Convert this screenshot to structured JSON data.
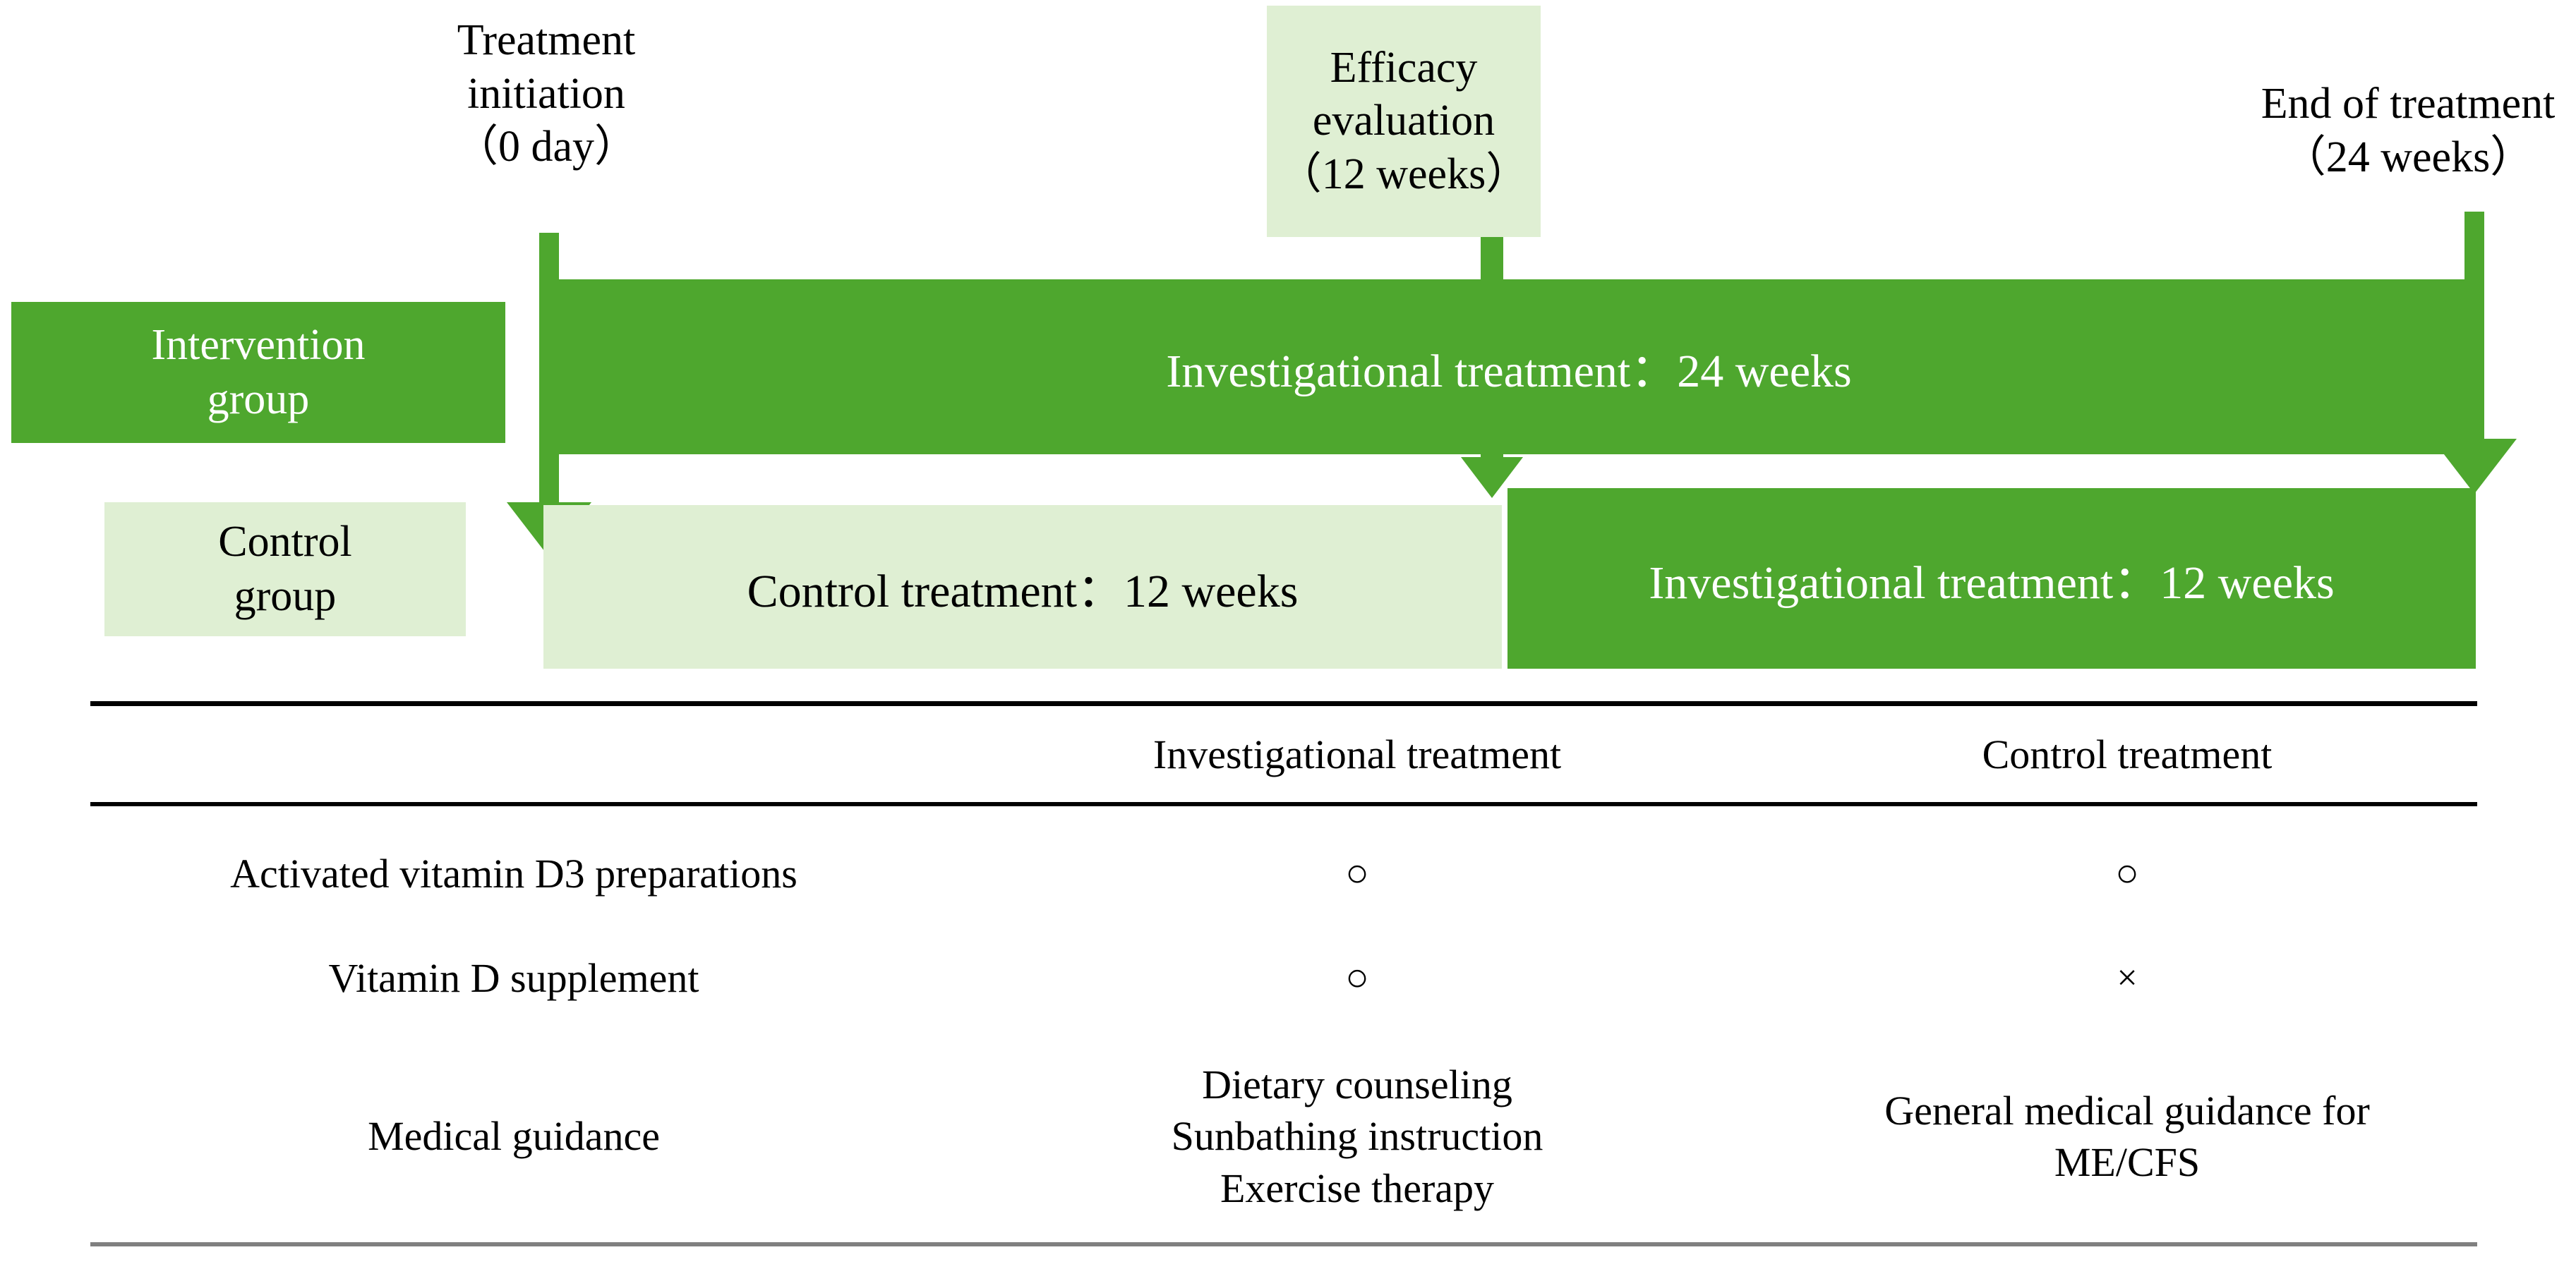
{
  "colors": {
    "dark_green": "#4EA72E",
    "light_green": "#DFEFD3",
    "white": "#FFFFFF",
    "rule_black": "#000000",
    "rule_gray": "#808080"
  },
  "timeline": {
    "callouts": [
      {
        "id": "treatment-initiation",
        "text": "Treatment\ninitiation\n（0 day）"
      },
      {
        "id": "efficacy-evaluation",
        "text": "Efficacy\nevaluation\n（12 weeks）"
      },
      {
        "id": "end-of-treatment",
        "text": "End of treatment\n（24 weeks）"
      }
    ],
    "groups": [
      {
        "id": "intervention-group",
        "label": "Intervention\ngroup"
      },
      {
        "id": "control-group",
        "label": "Control\ngroup"
      }
    ],
    "bars": [
      {
        "id": "intervention-bar",
        "label": "Investigational treatment：24 weeks",
        "weeks": 24,
        "style": "dark"
      },
      {
        "id": "control-bar-phase1",
        "label": "Control treatment：12 weeks",
        "weeks": 12,
        "style": "light"
      },
      {
        "id": "control-bar-phase2",
        "label": "Investigational treatment：12 weeks",
        "weeks": 12,
        "style": "dark"
      }
    ]
  },
  "table": {
    "columns": [
      "",
      "Investigational treatment",
      "Control treatment"
    ],
    "rows": [
      {
        "label": "Activated vitamin D3 preparations",
        "investigational": "○",
        "control": "○"
      },
      {
        "label": "Vitamin D supplement",
        "investigational": "○",
        "control": "×"
      },
      {
        "label": "Medical guidance",
        "investigational": "Dietary counseling\nSunbathing instruction\nExercise therapy",
        "control": "General medical guidance for\nME/CFS"
      }
    ]
  }
}
